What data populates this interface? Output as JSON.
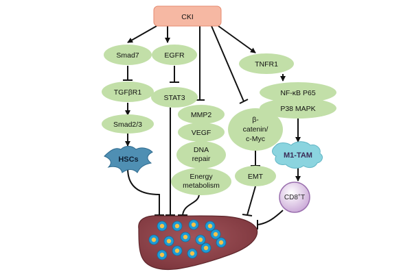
{
  "colors": {
    "top_box": "#f6b8a3",
    "top_box_stroke": "#e58a6f",
    "pill": "#c2dfa8",
    "arrow": "#111111",
    "liver": "#8c4248",
    "liver_dark": "#6b2d33",
    "tumor_outer": "#1f9bd6",
    "tumor_inner": "#f2c34a",
    "hsc": "#4f8fb3",
    "tam": "#8bd4df",
    "cd8": "#e8d7ef"
  },
  "nodes": {
    "cki": "CKI",
    "smad7": "Smad7",
    "egfr": "EGFR",
    "tnfr1": "TNFR1",
    "tgfbr1": "TGFβR1",
    "stat3": "STAT3",
    "nfkb": "NF-κB P65",
    "p38": "P38 MAPK",
    "smad23": "Smad2/3",
    "mmp2": "MMP2",
    "vegf": "VEGF",
    "dna_repair_1": "DNA",
    "dna_repair_2": "repair",
    "energy_1": "Energy",
    "energy_2": "metabolism",
    "bcat_1": "β-",
    "bcat_2": "catenin/",
    "bcat_3": "c-Myc",
    "emt": "EMT"
  },
  "cells": {
    "hscs": "HSCs",
    "m1tam": "M1-TAM",
    "cd8": "CD8",
    "cd8_sup": "+",
    "cd8_suffix": "T"
  },
  "icons": [
    "liver-icon",
    "tumor-cell-icon",
    "hepatic-stellate-cell-icon",
    "macrophage-icon",
    "t-cell-icon"
  ]
}
